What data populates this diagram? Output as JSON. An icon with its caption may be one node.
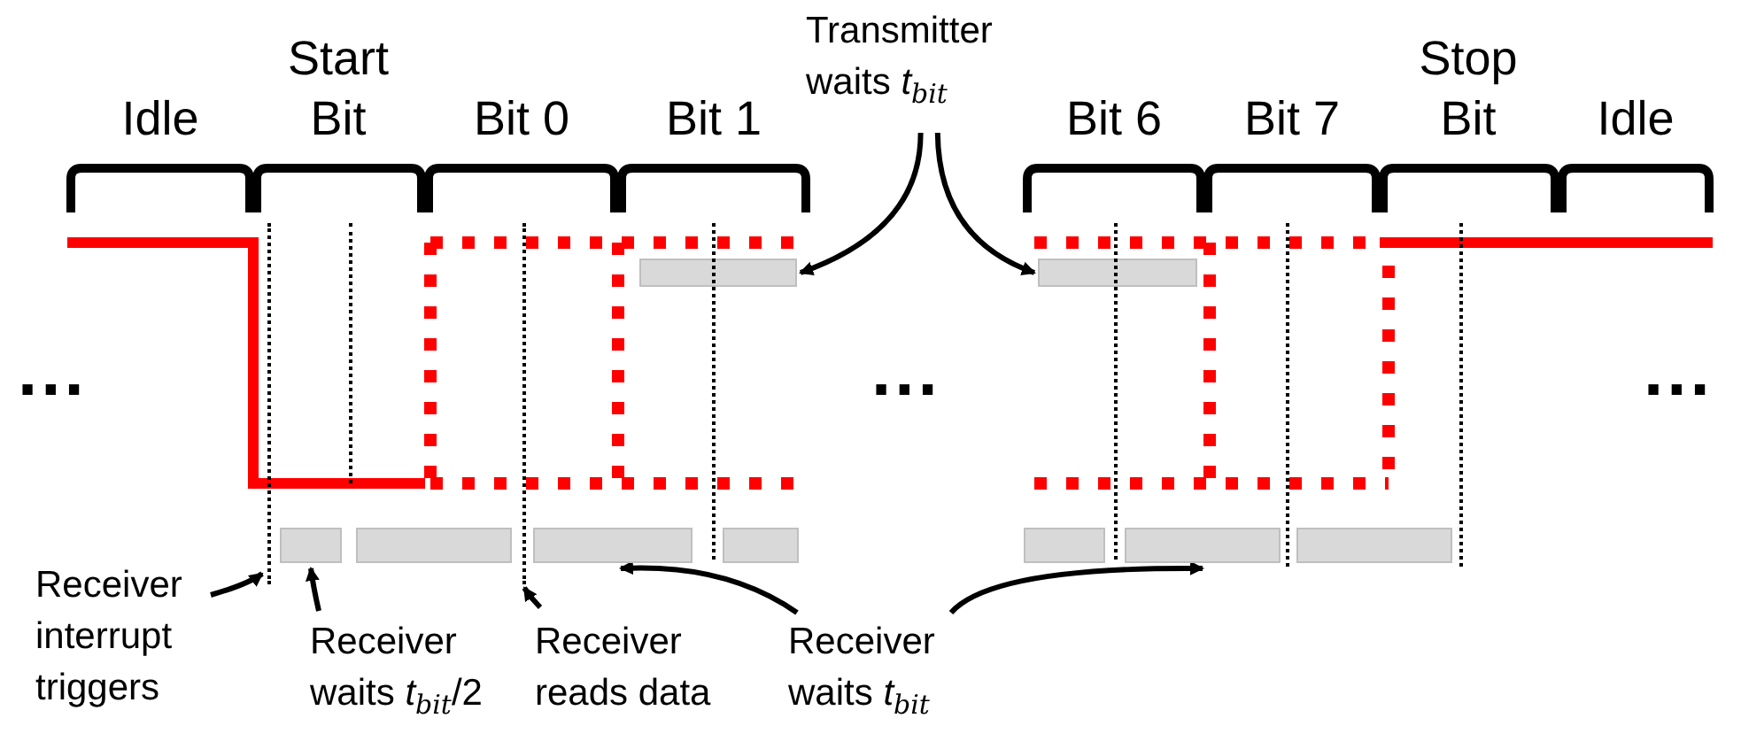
{
  "diagram": {
    "nodes": [
      {
        "text": [
          "Transmitter waits *t*$_{bit}$"
        ]
      },
      {
        "text": [],
        "shape": "bar"
      },
      {
        "text": [],
        "shape": "bar"
      },
      {
        "text": [],
        "shape": "bar"
      },
      {
        "text": [],
        "shape": "bar"
      },
      {
        "text": [],
        "shape": "bar"
      },
      {
        "text": [],
        "shape": "bar"
      },
      {
        "text": [],
        "shape": "bar"
      },
      {
        "text": [],
        "shape": "bar"
      },
      {
        "text": [],
        "shape": "bar"
      },
      {
        "text": [
          "Receiver interrupt triggers"
        ]
      },
      {
        "text": [
          "Receiver waits *t*$_{bit}$/2"
        ]
      },
      {
        "text": [
          "Receiver reads data"
        ]
      },
      {
        "text": [
          "Receiver waits *t*$_{bit}$"
        ]
      },
      {
        "text": [],
        "shape": "line"
      },
      {
        "text": [],
        "shape": "line"
      },
      {
        "text": [],
        "shape": "line"
      },
      {
        "text": [],
        "shape": "line"
      },
      {
        "text": [],
        "shape": "line"
      },
      {
        "text": [],
        "shape": "line"
      },
      {
        "text": [],
        "shape": "line"
      }
    ],
    "edges": [
      {
        "from": 0,
        "to": 1,
        "arrow": "to"
      },
      {
        "from": 0,
        "to": 2,
        "arrow": "to"
      },
      {
        "from": 10,
        "to": 14,
        "arrow": "to"
      },
      {
        "from": 11,
        "to": 3,
        "arrow": "to"
      },
      {
        "from": 12,
        "to": 16,
        "arrow": "to"
      },
      {
        "from": 13,
        "to": 5,
        "arrow": "to"
      },
      {
        "from": 13,
        "to": 8,
        "arrow": "to"
      }
    ],
    "labels": [
      "Idle",
      "Start Bit",
      "Bit 0",
      "Bit 1",
      "Bit 6",
      "Bit 7",
      "Stop Bit",
      "Idle",
      "...",
      "...",
      "..."
    ]
  }
}
